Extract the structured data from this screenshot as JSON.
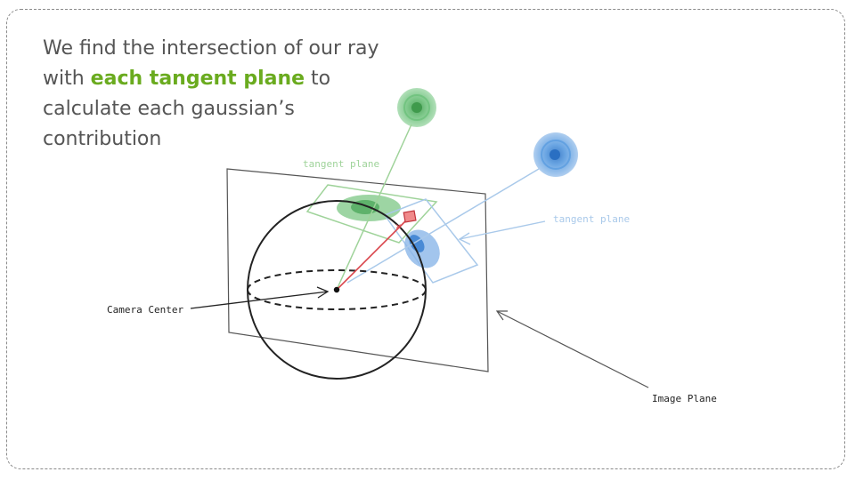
{
  "headline": {
    "part1": "We find the intersection of our ray with ",
    "highlight": "each tangent plane",
    "part2": " to calculate each gaussian’s contribution"
  },
  "labels": {
    "tangent_plane_green": "tangent plane",
    "tangent_plane_blue": "tangent plane",
    "camera_center": "Camera Center",
    "image_plane": "Image Plane"
  },
  "colors": {
    "highlight": "#6aab1f",
    "green_gaussian": "#5cb566",
    "blue_gaussian": "#3f86d6",
    "ray": "#d9434a"
  }
}
